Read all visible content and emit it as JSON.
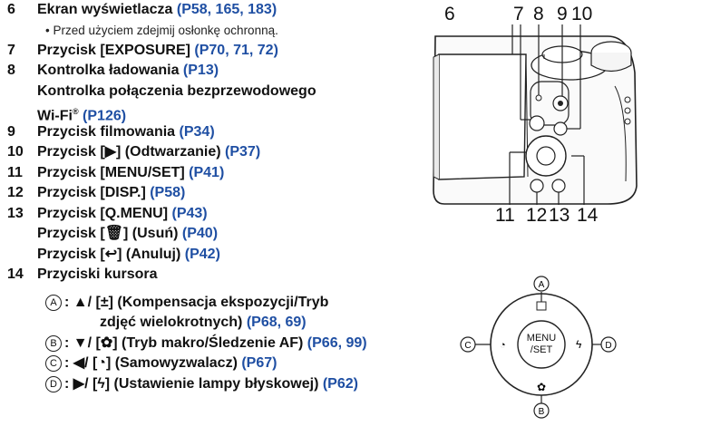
{
  "items": [
    {
      "num": "6",
      "text": "Ekran wyświetlacza ",
      "ref": "(P58, 165, 183)"
    },
    {
      "num": "",
      "note": "• Przed użyciem zdejmij osłonkę ochronną."
    },
    {
      "num": "7",
      "text": "Przycisk [EXPOSURE] ",
      "ref": "(P70, 71, 72)"
    },
    {
      "num": "8",
      "text": "Kontrolka ładowania ",
      "ref": "(P13)"
    },
    {
      "num": "",
      "text": "Kontrolka połączenia bezprzewodowego"
    },
    {
      "num": "",
      "text": "Wi-Fi",
      "sup": "®",
      "ref": " (P126)"
    },
    {
      "num": "9",
      "text": "Przycisk filmowania ",
      "ref": "(P34)"
    },
    {
      "num": "10",
      "text": "Przycisk [▶] (Odtwarzanie) ",
      "ref": "(P37)"
    },
    {
      "num": "11",
      "text": "Przycisk [MENU/SET] ",
      "ref": "(P41)"
    },
    {
      "num": "12",
      "text": "Przycisk [DISP.] ",
      "ref": "(P58)"
    },
    {
      "num": "13",
      "text": "Przycisk [Q.MENU] ",
      "ref": "(P43)"
    },
    {
      "num": "",
      "text": "Przycisk [🗑] (Usuń) ",
      "ref": "(P40)"
    },
    {
      "num": "",
      "text": "Przycisk [↩] (Anuluj) ",
      "ref": "(P42)"
    },
    {
      "num": "14",
      "text": "Przyciski kursora"
    }
  ],
  "cursor_items": [
    {
      "badge": "A",
      "text": ": ▲/ [±] (Kompensacja ekspozycji/Tryb",
      "ref": ""
    },
    {
      "badge": "",
      "text": "zdjęć wielokrotnych) ",
      "ref": "(P68, 69)"
    },
    {
      "badge": "B",
      "text": ": ▼/ [✿] (Tryb makro/Śledzenie AF) ",
      "ref": "(P66, 99)"
    },
    {
      "badge": "C",
      "text": ": ◀/ [◔] (Samowyzwalacz) ",
      "ref": "(P67)"
    },
    {
      "badge": "D",
      "text": ": ▶/ [ϟ] (Ustawienie lampy błyskowej) ",
      "ref": "(P62)"
    }
  ],
  "callouts": [
    "6",
    "7",
    "8",
    "9",
    "10",
    "11",
    "12",
    "13",
    "14"
  ],
  "dial": {
    "center_top": "MENU",
    "center_bottom": "/SET",
    "a": "A",
    "b": "B",
    "c": "C",
    "d": "D"
  }
}
